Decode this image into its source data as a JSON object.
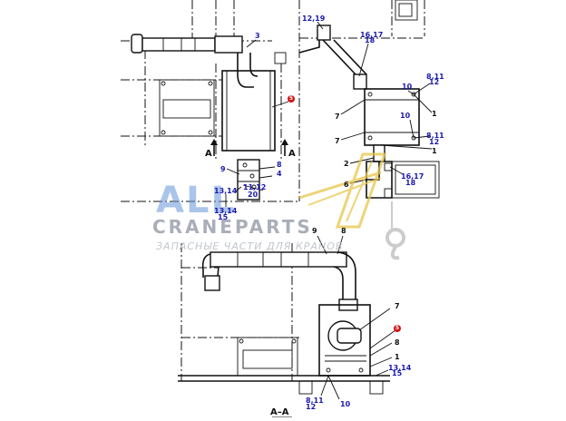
{
  "watermark": {
    "logo": "ALL",
    "brand": "CRANEPARTS",
    "tagline": "ЗАПАСНЫЕ ЧАСТИ ДЛЯ КРАНОВ"
  },
  "section_labels": {
    "cut_left": "A",
    "cut_right": "A",
    "section_title": "A–A"
  },
  "colors": {
    "callout": "#1b1bb0",
    "badge": "#d21414",
    "watermark_blue": "#6496d7",
    "watermark_gray": "#a9aeb8"
  },
  "callouts": {
    "c_12_19": "12,19",
    "c_3": "3",
    "c_16_17_a": "16,17",
    "c_18_a": "18",
    "c_8_11_a": "8,11",
    "c_12_a": "12",
    "c_10_a": "10",
    "c_1_a": "1",
    "c_7_a": "7",
    "c_10_b": "10",
    "c_8_11_b": "8,11",
    "c_12_b": "12",
    "c_7_b": "7",
    "c_1_b": "1",
    "c_2": "2",
    "c_16_17_b": "16,17",
    "c_18_b": "18",
    "c_6": "6",
    "c_9_a": "9",
    "c_8_a": "8",
    "c_4": "4",
    "c_13_14_a": "13,14",
    "c_11_12": "11,12",
    "c_20": "20",
    "c_13_14_b": "13,14",
    "c_15_a": "15",
    "c_9_b": "9",
    "c_8_b": "8",
    "c_7_c": "7",
    "c_8_c": "8",
    "c_1_c": "1",
    "c_13_14_c": "13,14",
    "c_15_b": "15",
    "c_8_11_c": "8,11",
    "c_12_c": "12",
    "c_10_c": "10"
  },
  "badges": {
    "b1": "5",
    "b2": "5"
  }
}
